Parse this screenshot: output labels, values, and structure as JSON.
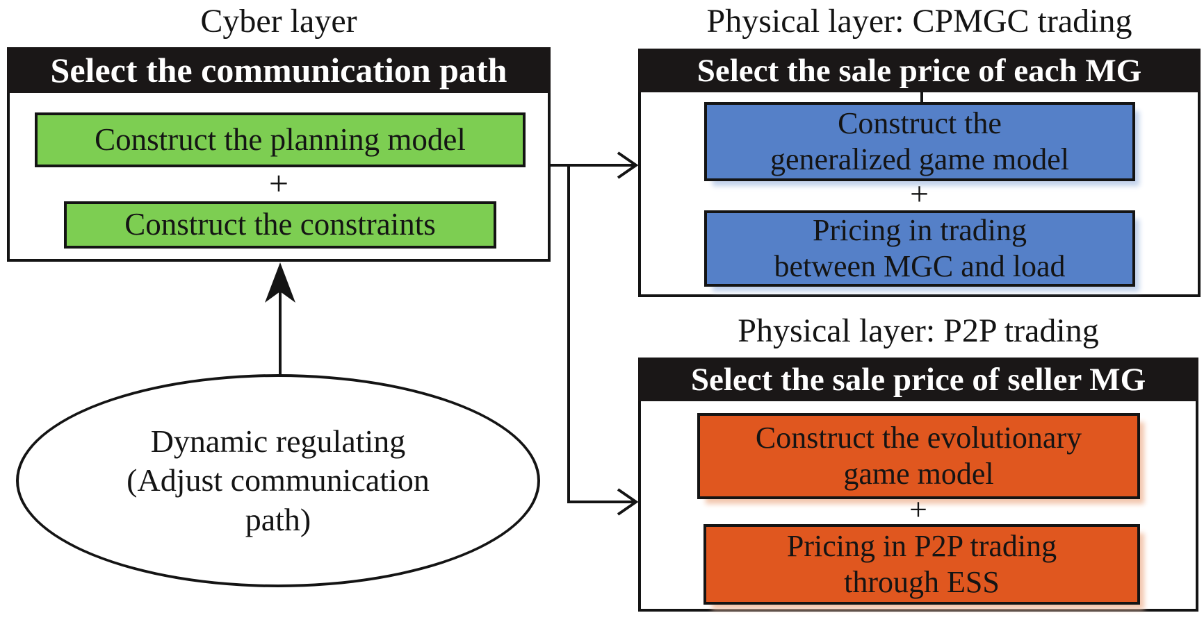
{
  "colors": {
    "green": "#7DCE52",
    "blue": "#5580C8",
    "orange": "#E0571F",
    "header_bg": "#1a1717",
    "border": "#141414",
    "blue_shadow": "#c2d2ec",
    "orange_shadow": "#f3c7ae"
  },
  "cyber": {
    "title": "Cyber layer",
    "header": "Select the communication path",
    "step1": "Construct the planning model",
    "plus": "+",
    "step2": "Construct the constraints"
  },
  "cpmgc": {
    "title": "Physical layer: CPMGC trading",
    "header": "Select the sale price of each MG",
    "step1": "Construct the\ngeneralized game model",
    "plus": "+",
    "step2": "Pricing in trading\nbetween MGC and load"
  },
  "p2p": {
    "title": "Physical layer: P2P trading",
    "header": "Select the sale price of seller MG",
    "step1": "Construct the evolutionary\ngame model",
    "plus": "+",
    "step2": "Pricing in P2P trading\nthrough ESS"
  },
  "regulator": {
    "text": "Dynamic regulating\n(Adjust communication\npath)"
  }
}
